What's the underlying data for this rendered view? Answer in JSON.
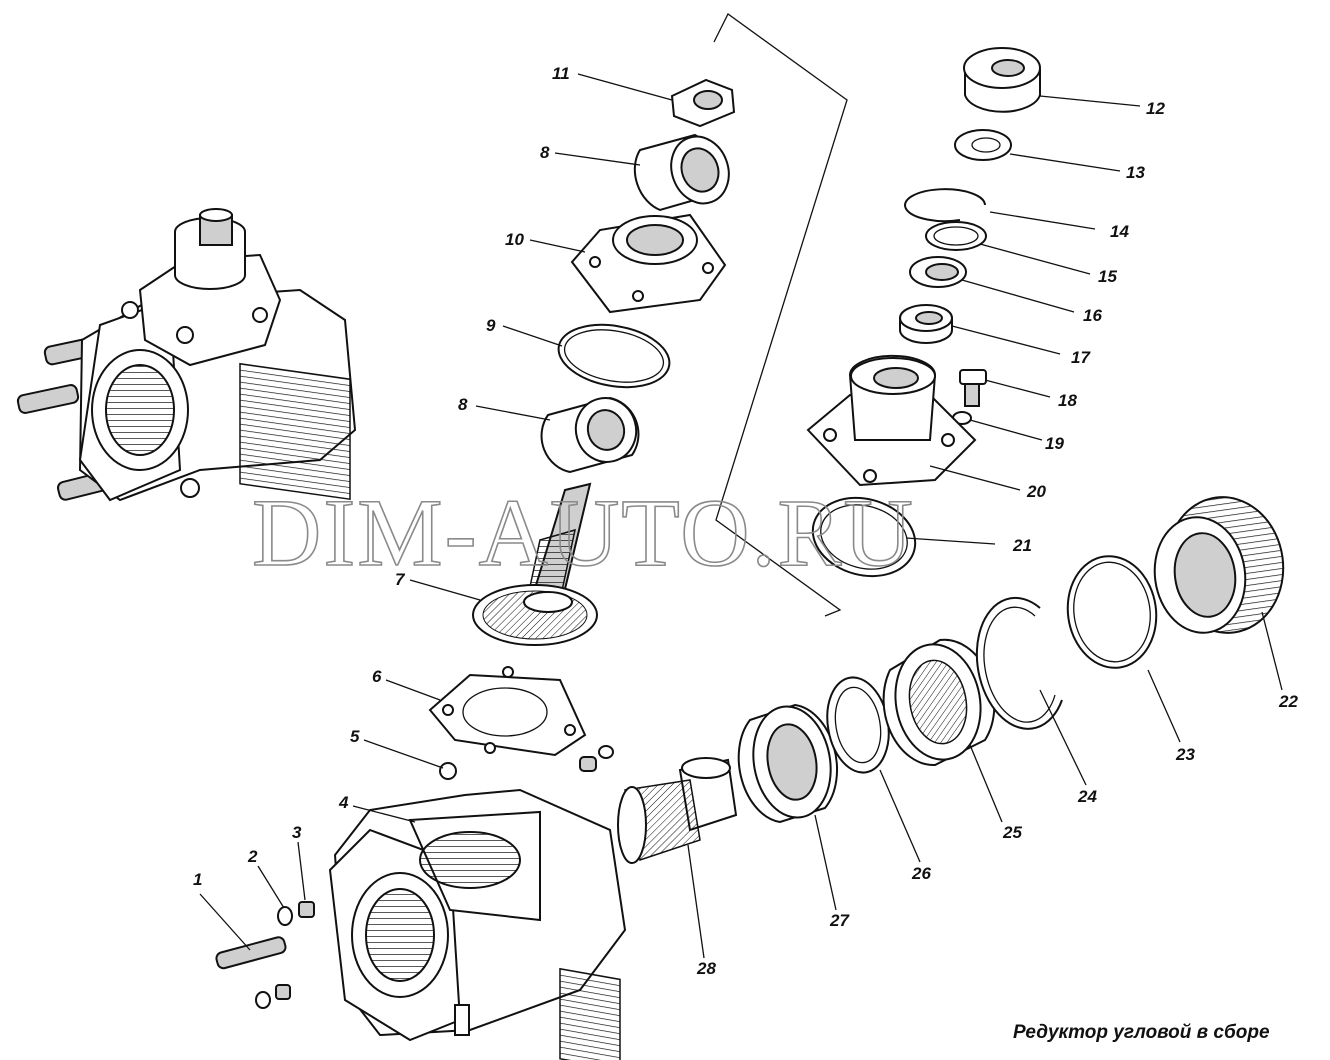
{
  "watermark": "DIM-AUTO.RU",
  "caption": "Редуктор угловой в сборе",
  "callouts": [
    "1",
    "2",
    "3",
    "4",
    "5",
    "6",
    "7",
    "8",
    "8",
    "9",
    "10",
    "11",
    "12",
    "13",
    "14",
    "15",
    "16",
    "17",
    "18",
    "19",
    "20",
    "21",
    "22",
    "23",
    "24",
    "25",
    "26",
    "27",
    "28"
  ]
}
